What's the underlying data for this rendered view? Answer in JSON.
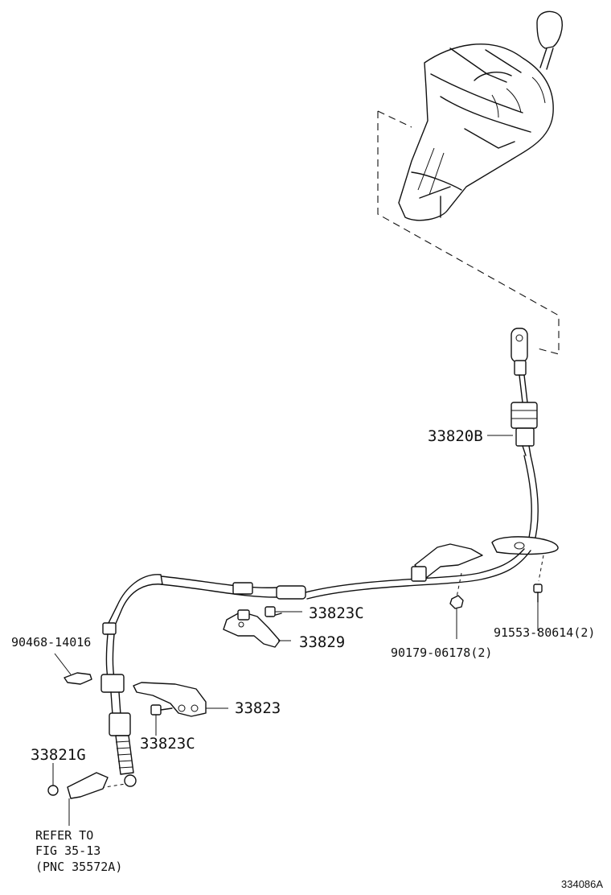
{
  "labels": {
    "shift_cable": "33820B",
    "bolt_upper": "33823C",
    "bracket_upper": "33829",
    "grommet_clip": "90468-14016",
    "bracket_lower": "33823",
    "bolt_lower": "33823C",
    "clip_end": "33821G",
    "nut": "90179-06178(2)",
    "bolt_flange": "91553-80614(2)",
    "refer_line1": "REFER TO",
    "refer_line2": "FIG 35-13",
    "refer_line3": "(PNC 35572A)",
    "diagram_code": "334086A"
  }
}
